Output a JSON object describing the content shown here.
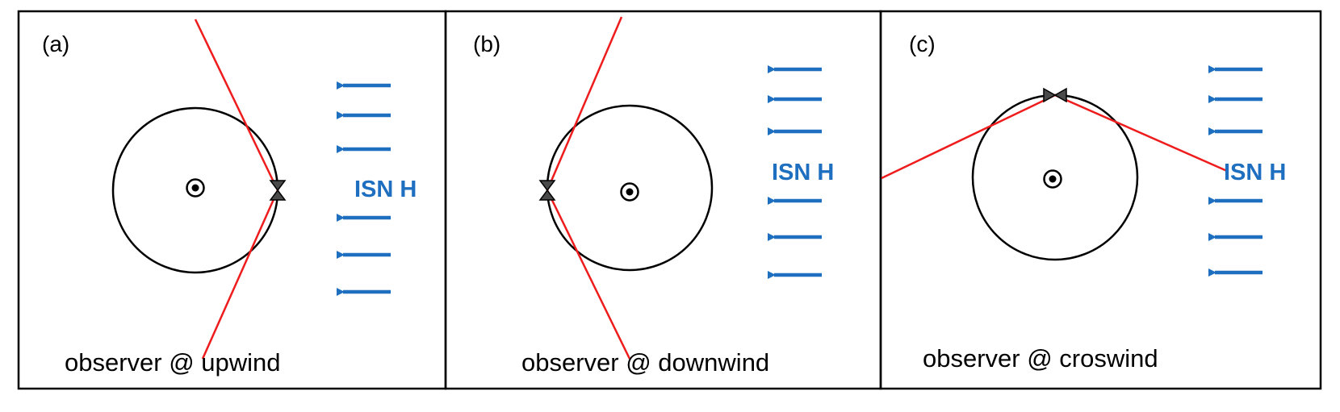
{
  "colors": {
    "frame": "#000000",
    "ray": "#ee1c1c",
    "wind": "#1f6fc0"
  },
  "panels": [
    {
      "label": "(a)",
      "wind_label": "ISN H",
      "caption": "observer @ upwind"
    },
    {
      "label": "(b)",
      "wind_label": "ISN H",
      "caption": "observer @ downwind"
    },
    {
      "label": "(c)",
      "wind_label": "ISN H",
      "caption": "observer @ croswind"
    }
  ],
  "icons": {
    "sun": "circle-dot-icon",
    "observer": "bowtie-marker-icon",
    "wind": "arrow-left-icon"
  }
}
